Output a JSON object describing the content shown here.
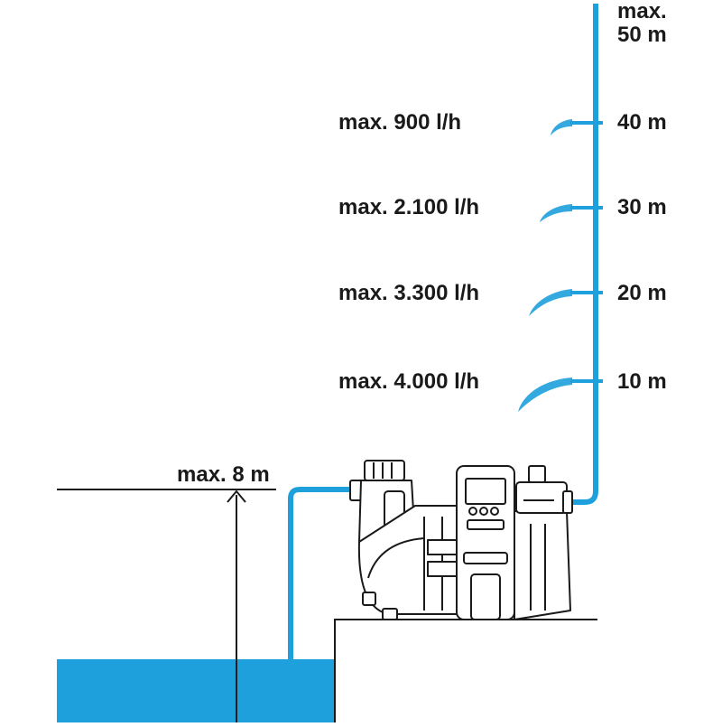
{
  "colors": {
    "water": "#1ea0dc",
    "line": "#1a1a1a",
    "ground": "#ffffff"
  },
  "top_height": {
    "line1": "max.",
    "line2": "50 m"
  },
  "levels": [
    {
      "flow": "max. 900 l/h",
      "height": "40 m"
    },
    {
      "flow": "max. 2.100 l/h",
      "height": "30 m"
    },
    {
      "flow": "max. 3.300 l/h",
      "height": "20 m"
    },
    {
      "flow": "max. 4.000 l/h",
      "height": "10 m"
    }
  ],
  "suction_depth": "max. 8 m",
  "icons": {
    "pump": "garden-pump-icon"
  }
}
